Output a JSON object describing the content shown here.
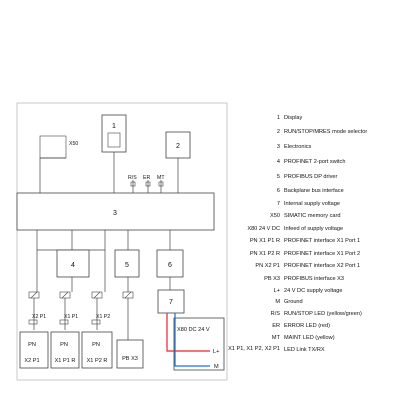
{
  "diagram": {
    "blocks": {
      "display": "1",
      "mode_selector": "2",
      "electronics": "3",
      "profinet_switch": "4",
      "profibus_driver": "5",
      "backplane": "6",
      "internal_supply": "7"
    },
    "memory_card_label": "X50",
    "leds": {
      "run_stop": "R/S",
      "error": "ER",
      "maint": "MT"
    },
    "port_labels": {
      "x2p1_top": "X2 P1",
      "x1p1_top": "X1 P1",
      "x1p2_top": "X1 P2"
    },
    "bottom_boxes": [
      {
        "top": "PN",
        "bottom": "X2 P1"
      },
      {
        "top": "PN",
        "bottom": "X1 P1 R"
      },
      {
        "top": "PN",
        "bottom": "X1 P2 R"
      },
      {
        "top": "",
        "bottom": "PB X3"
      }
    ],
    "power": {
      "connector": "X80 DC 24 V",
      "plus": "L+",
      "minus": "M"
    }
  },
  "legend": [
    {
      "key": "1",
      "desc": "Display"
    },
    {
      "key": "2",
      "desc": "RUN/STOP/MRES mode selector"
    },
    {
      "key": "3",
      "desc": "Electronics"
    },
    {
      "key": "4",
      "desc": "PROFINET 2-port switch"
    },
    {
      "key": "5",
      "desc": "PROFIBUS DP driver"
    },
    {
      "key": "6",
      "desc": "Backplane bus interface"
    },
    {
      "key": "7",
      "desc": "Internal supply voltage"
    },
    {
      "key": "X50",
      "desc": "SIMATIC memory card"
    },
    {
      "key": "X80 24 V DC",
      "desc": "Infeed of supply voltage"
    },
    {
      "key": "PN X1 P1 R",
      "desc": "PROFINET interface X1 Port 1"
    },
    {
      "key": "PN X1 P2 R",
      "desc": "PROFINET interface X1 Port 2"
    },
    {
      "key": "PN X2 P1",
      "desc": "PROFINET interface X2 Port 1"
    },
    {
      "key": "PB X3",
      "desc": "PROFIBUS interface X3"
    },
    {
      "key": "L+",
      "desc": "24 V DC supply voltage"
    },
    {
      "key": "M",
      "desc": "Ground"
    },
    {
      "key": "R/S",
      "desc": "RUN/STOP LED (yellow/green)"
    },
    {
      "key": "ER",
      "desc": "ERROR LED (red)"
    },
    {
      "key": "MT",
      "desc": "MAINT LED (yellow)"
    },
    {
      "key": "X1 P1, X1 P2, X2 P1",
      "desc": "LED Link TX/RX"
    }
  ],
  "colors": {
    "line": "#333333",
    "plus_wire": "#e8232a",
    "minus_wire": "#1f6fd1"
  }
}
